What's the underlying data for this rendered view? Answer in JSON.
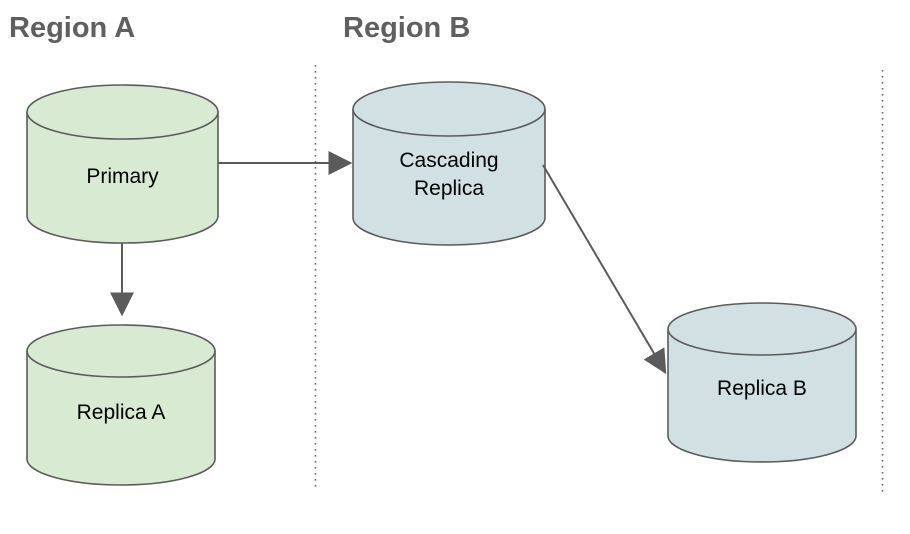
{
  "regions": [
    {
      "id": "region-a",
      "label": "Region A"
    },
    {
      "id": "region-b",
      "label": "Region B"
    }
  ],
  "nodes": [
    {
      "id": "primary",
      "label": "Primary",
      "region": "Region A",
      "shape": "database-cylinder"
    },
    {
      "id": "replica-a",
      "label": "Replica A",
      "region": "Region A",
      "shape": "database-cylinder"
    },
    {
      "id": "cascading-replica",
      "label": "Cascading Replica",
      "region": "Region B",
      "shape": "database-cylinder"
    },
    {
      "id": "replica-b",
      "label": "Replica B",
      "region": "Region B",
      "shape": "database-cylinder"
    }
  ],
  "edges": [
    {
      "from": "Primary",
      "to": "Cascading Replica"
    },
    {
      "from": "Primary",
      "to": "Replica A"
    },
    {
      "from": "Cascading Replica",
      "to": "Replica B"
    }
  ],
  "colors": {
    "region_a_fill": "#d9ead3",
    "region_b_fill": "#d0e0e3",
    "stroke": "#5b5b5b",
    "arrow": "#5b5b5b",
    "divider": "#666666",
    "region_label_text": "#5f5f5f",
    "node_label_text": "#000000"
  }
}
